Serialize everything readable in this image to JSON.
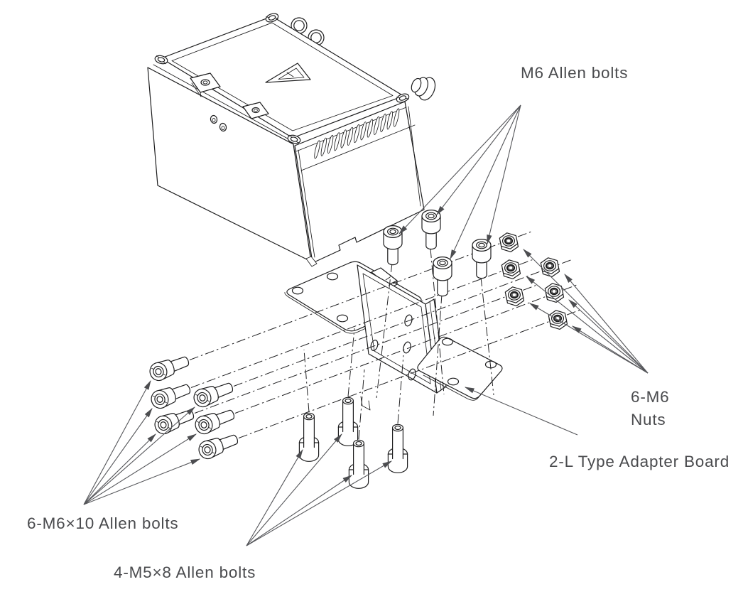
{
  "figure": {
    "kind": "exploded-assembly-diagram",
    "background": "#ffffff",
    "line_color": "#1d1d1e",
    "leader_color": "#55565a",
    "text_color": "#4a4b4e"
  },
  "callouts": {
    "m6_bolts": {
      "text": "M6 Allen bolts",
      "arrow_count": 4
    },
    "m6_nuts": {
      "line1": "6-M6",
      "line2": "Nuts",
      "arrow_count": 6
    },
    "adapter": {
      "text": "2-L Type Adapter Board",
      "arrow_count": 1
    },
    "m6x10_bolts": {
      "text": "6-M6×10 Allen bolts",
      "arrow_count": 6
    },
    "m5x8_bolts": {
      "text": "4-M5×8 Allen bolts",
      "arrow_count": 4
    }
  },
  "parts_shown": {
    "device_box": 1,
    "l_type_adapter_boards": 2,
    "m6_allen_bolts": 4,
    "m6x10_allen_bolts": 6,
    "m5x8_allen_bolts": 4,
    "m6_nuts": 6
  }
}
